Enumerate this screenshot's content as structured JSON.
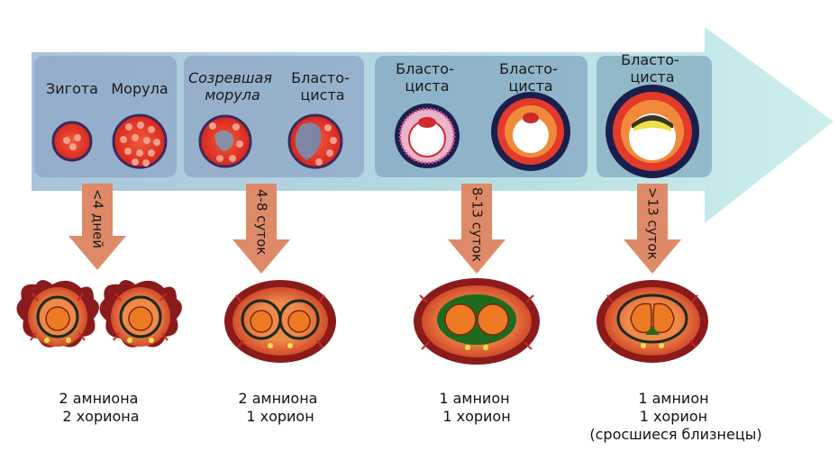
{
  "stages": [
    {
      "label_lines": [
        "Зигота"
      ]
    },
    {
      "label_lines": [
        "Морула"
      ]
    },
    {
      "label_lines": [
        "Созревшая",
        "морула"
      ]
    },
    {
      "label_lines": [
        "Бласто-",
        "циста"
      ]
    },
    {
      "label_lines": [
        "Бласто-",
        "циста"
      ]
    },
    {
      "label_lines": [
        "Бласто-",
        "циста"
      ]
    },
    {
      "label_lines": [
        "Бласто-",
        "циста"
      ]
    }
  ],
  "time_arrows": [
    {
      "label": "<4 дней"
    },
    {
      "label": "4-8 суток"
    },
    {
      "label": "8-13 суток"
    },
    {
      "label": ">13 суток"
    }
  ],
  "outcomes": [
    {
      "lines": [
        "2 амниона",
        "2 хориона"
      ]
    },
    {
      "lines": [
        "2 амниона",
        "1 хорион"
      ]
    },
    {
      "lines": [
        "1 амнион",
        "1 хорион"
      ]
    },
    {
      "lines": [
        "1 амнион",
        "1 хорион",
        "(сросшиеся близнецы)"
      ]
    }
  ],
  "colors": {
    "main_arrow": "#bfe3e6",
    "panel": "#9fb1cc",
    "down_arrow": "#de8a68",
    "cell_red": "#e0312b",
    "embryo_orange": "#ee7a24",
    "border_dark": "#8b1a1a",
    "dark_navy": "#1a1f4d"
  }
}
